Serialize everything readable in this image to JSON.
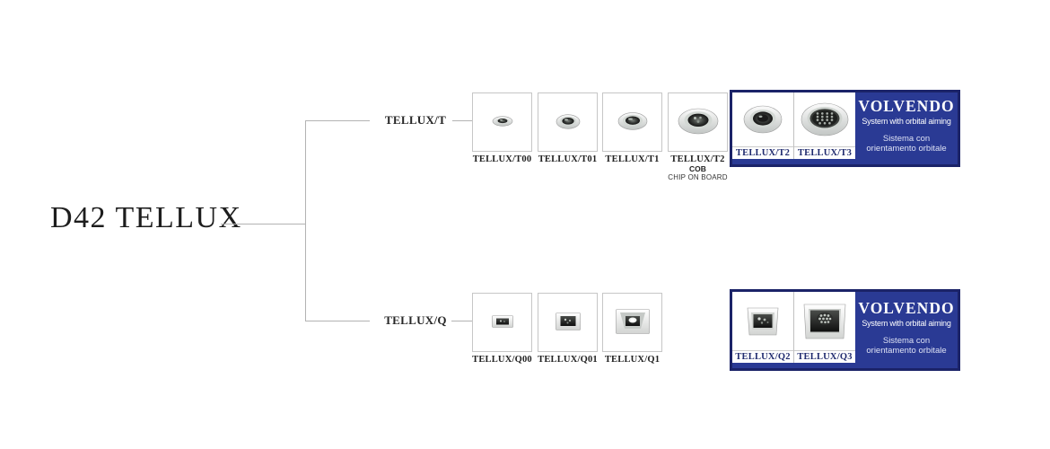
{
  "title": "D42 TELLUX",
  "colors": {
    "panel_blue": "#2a3a94",
    "panel_border": "#1b2368",
    "connector_line": "#b3b3b3",
    "box_border": "#c6c6c6",
    "label_text": "#212121",
    "panel_label_text": "#1f2a6e"
  },
  "branches": {
    "t": {
      "label": "TELLUX/T",
      "products": [
        {
          "label": "TELLUX/T00",
          "image": "round-downlight-xsmall"
        },
        {
          "label": "TELLUX/T01",
          "image": "round-downlight-small"
        },
        {
          "label": "TELLUX/T1",
          "image": "round-downlight-medium"
        },
        {
          "label": "TELLUX/T2",
          "image": "round-downlight-large",
          "note_bold": "COB",
          "note": "CHIP ON BOARD"
        }
      ],
      "volvendo": {
        "title": "VOLVENDO",
        "subtitle_en": "System with orbital aiming",
        "subtitle_it": "Sistema con orientamento orbitale",
        "products": [
          {
            "label": "TELLUX/T2",
            "image": "round-orbital-downlight"
          },
          {
            "label": "TELLUX/T3",
            "image": "round-multiled-downlight"
          }
        ]
      }
    },
    "q": {
      "label": "TELLUX/Q",
      "products": [
        {
          "label": "TELLUX/Q00",
          "image": "square-downlight-xsmall"
        },
        {
          "label": "TELLUX/Q01",
          "image": "square-downlight-small"
        },
        {
          "label": "TELLUX/Q1",
          "image": "square-downlight-medium"
        }
      ],
      "volvendo": {
        "title": "VOLVENDO",
        "subtitle_en": "System with orbital aiming",
        "subtitle_it": "Sistema con orientamento orbitale",
        "products": [
          {
            "label": "TELLUX/Q2",
            "image": "square-orbital-downlight"
          },
          {
            "label": "TELLUX/Q3",
            "image": "square-multiled-downlight"
          }
        ]
      }
    }
  }
}
